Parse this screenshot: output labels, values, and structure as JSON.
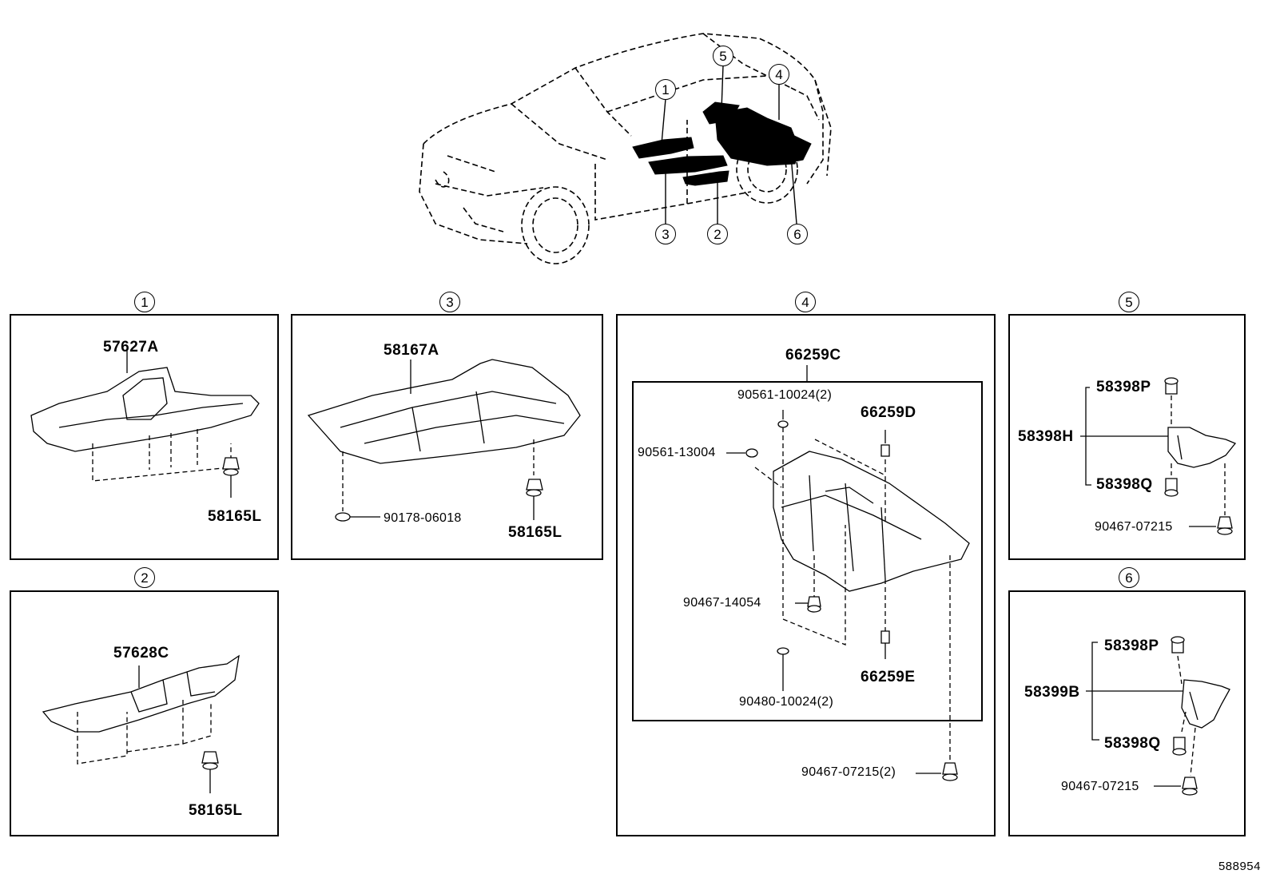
{
  "overview": {
    "callouts": [
      "1",
      "2",
      "3",
      "4",
      "5",
      "6"
    ]
  },
  "panels": {
    "p1": {
      "callout": "1",
      "parts": [
        "57627A",
        "58165L"
      ]
    },
    "p2": {
      "callout": "2",
      "parts": [
        "57628C",
        "58165L"
      ]
    },
    "p3": {
      "callout": "3",
      "parts": [
        "58167A",
        "90178-06018",
        "58165L"
      ]
    },
    "p4": {
      "callout": "4",
      "parts": [
        "66259C",
        "90561-10024(2)",
        "66259D",
        "90561-13004",
        "90467-14054",
        "66259E",
        "90480-10024(2)",
        "90467-07215(2)"
      ]
    },
    "p5": {
      "callout": "5",
      "parts": [
        "58398P",
        "58398H",
        "58398Q",
        "90467-07215"
      ]
    },
    "p6": {
      "callout": "6",
      "parts": [
        "58398P",
        "58399B",
        "58398Q",
        "90467-07215"
      ]
    }
  },
  "reference_number": "588954",
  "colors": {
    "line": "#000000",
    "background": "#ffffff"
  }
}
